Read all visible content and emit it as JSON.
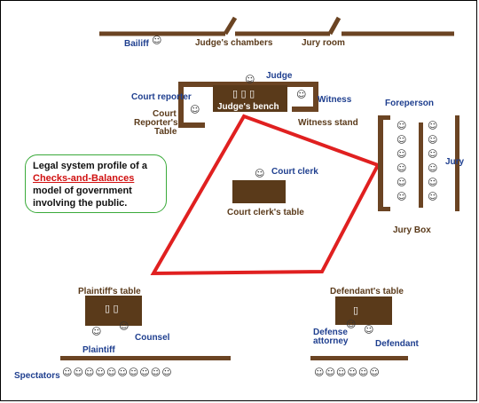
{
  "labels": {
    "bailiff": "Bailiff",
    "judges_chambers": "Judge's chambers",
    "jury_room": "Jury room",
    "judge": "Judge",
    "court_reporter": "Court reporter",
    "judges_bench": "Judge's bench",
    "witness": "Witness",
    "court_reporters_table_1": "Court",
    "court_reporters_table_2": "Reporter's",
    "court_reporters_table_3": "Table",
    "witness_stand": "Witness stand",
    "foreperson": "Foreperson",
    "jury": "Jury",
    "court_clerk": "Court clerk",
    "court_clerks_table": "Court clerk's table",
    "jury_box": "Jury Box",
    "plaintiffs_table": "Plaintiff's table",
    "counsel": "Counsel",
    "plaintiff": "Plaintiff",
    "defendants_table": "Defendant's table",
    "defense_attorney_1": "Defense",
    "defense_attorney_2": "attorney",
    "defendant": "Defendant",
    "spectators": "Spectators"
  },
  "note": {
    "line1": "Legal system profile of a",
    "link": "Checks-and-Balances",
    "line3": "model of government",
    "line4": "involving the public."
  },
  "colors": {
    "wall": "#6b4423",
    "label_brown": "#5a3a1a",
    "label_blue": "#1f3f8f",
    "highlight": "#e02020",
    "note_border": "#3aaa3a",
    "link": "#d01010"
  },
  "icons": [
    "person-icon",
    "paper-icon"
  ]
}
